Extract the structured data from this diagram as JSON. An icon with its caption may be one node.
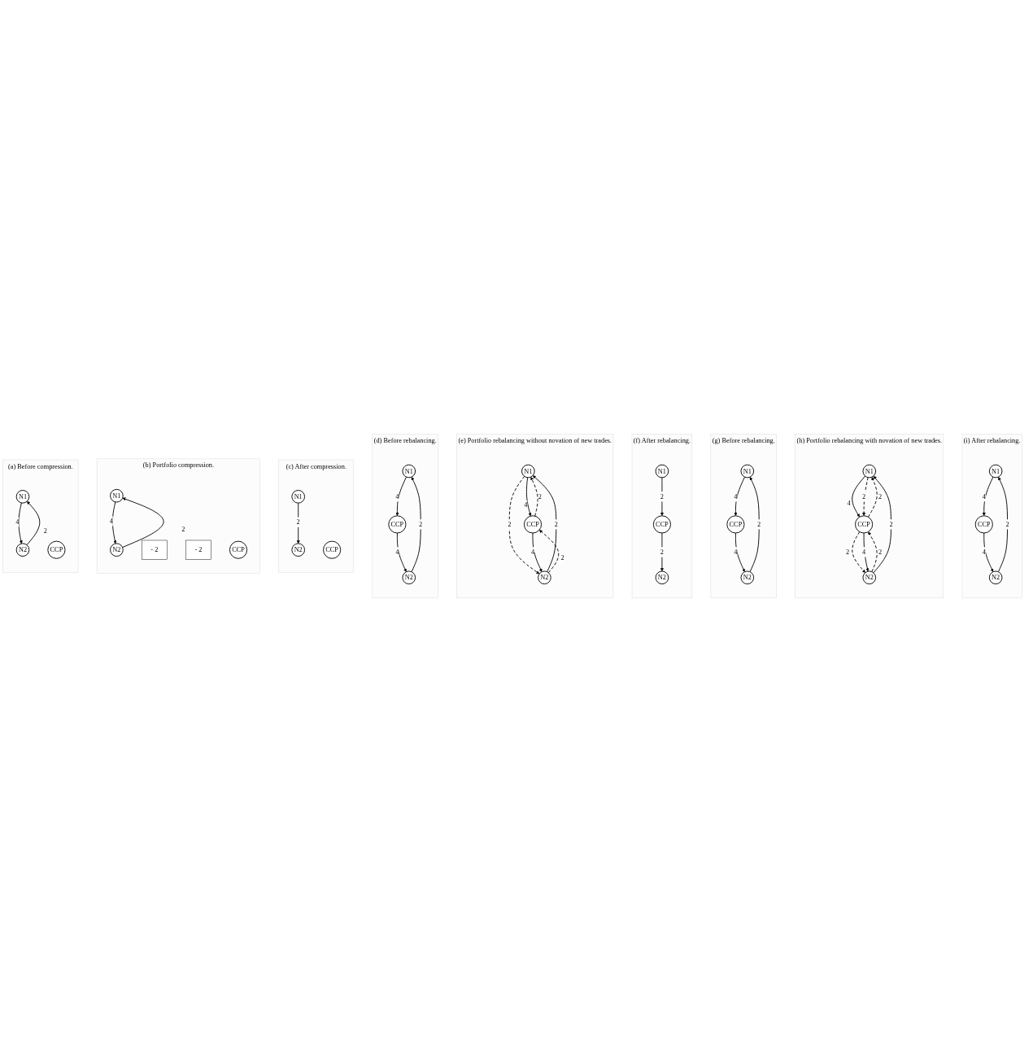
{
  "diagram": {
    "nodes": [
      {
        "text": [
          "(a) Before compression."
        ]
      },
      {
        "text": [
          "N1"
        ],
        "in": 0
      },
      {
        "text": [
          "N2"
        ],
        "in": 0
      },
      {
        "text": [
          "CCP"
        ],
        "in": 0
      },
      {
        "text": [
          "(b) Portfolio compression."
        ]
      },
      {
        "text": [
          "N1"
        ],
        "in": 4
      },
      {
        "text": [
          "N2"
        ],
        "in": 4
      },
      {
        "text": [
          "- 2"
        ],
        "in": 4
      },
      {
        "text": [
          "- 2"
        ],
        "in": 4
      },
      {
        "text": [
          "CCP"
        ],
        "in": 4
      },
      {
        "text": [
          "(c) After compression."
        ]
      },
      {
        "text": [
          "N1"
        ],
        "in": 10
      },
      {
        "text": [
          "N2"
        ],
        "in": 10
      },
      {
        "text": [
          "CCP"
        ],
        "in": 10
      },
      {
        "text": [
          "(d) Before rebalancing."
        ]
      },
      {
        "text": [
          "N1"
        ],
        "in": 14
      },
      {
        "text": [
          "N2"
        ],
        "in": 14
      },
      {
        "text": [
          "CCP"
        ],
        "in": 14
      },
      {
        "text": [
          "(e) Portfolio rebalancing without novation of new trades."
        ]
      },
      {
        "text": [
          "N1"
        ],
        "in": 18
      },
      {
        "text": [
          "N2"
        ],
        "in": 18
      },
      {
        "text": [
          "CCP"
        ],
        "in": 18
      },
      {
        "text": [
          "(f) After rebalancing."
        ]
      },
      {
        "text": [
          "N1"
        ],
        "in": 22
      },
      {
        "text": [
          "N2"
        ],
        "in": 22
      },
      {
        "text": [
          "CCP"
        ],
        "in": 22
      },
      {
        "text": [
          "(g) Before rebalancing."
        ]
      },
      {
        "text": [
          "N1"
        ],
        "in": 26
      },
      {
        "text": [
          "N2"
        ],
        "in": 26
      },
      {
        "text": [
          "CCP"
        ],
        "in": 26
      },
      {
        "text": [
          "(h) Portfolio rebalancing with novation of new trades."
        ]
      },
      {
        "text": [
          "N1"
        ],
        "in": 30
      },
      {
        "text": [
          "N2"
        ],
        "in": 30
      },
      {
        "text": [
          "CCP"
        ],
        "in": 30
      },
      {
        "text": [
          "(i) After rebalancing."
        ]
      },
      {
        "text": [
          "N1"
        ],
        "in": 34
      },
      {
        "text": [
          "N2"
        ],
        "in": 34
      },
      {
        "text": [
          "CCP"
        ],
        "in": 34
      }
    ],
    "edges": [
      {
        "from": 2,
        "to": 1,
        "arrow": "to",
        "label": "2"
      },
      {
        "from": 1,
        "to": 2,
        "arrow": "to",
        "label": "4"
      },
      {
        "from": 6,
        "to": 5,
        "arrow": "to",
        "label": "2"
      },
      {
        "from": 5,
        "to": 6,
        "arrow": "to",
        "label": "4"
      },
      {
        "from": 11,
        "to": 12,
        "arrow": "to",
        "label": "2"
      },
      {
        "from": 16,
        "to": 15,
        "arrow": "to",
        "label": "2"
      },
      {
        "from": 15,
        "to": 17,
        "arrow": "to",
        "label": "4"
      },
      {
        "from": 17,
        "to": 16,
        "arrow": "to",
        "label": "4"
      },
      {
        "from": 19,
        "to": 21,
        "arrow": "to",
        "label": "4"
      },
      {
        "from": 21,
        "to": 19,
        "arrow": "to",
        "label": "2",
        "style": "dashed"
      },
      {
        "from": 20,
        "to": 19,
        "arrow": "to",
        "label": "2"
      },
      {
        "from": 19,
        "to": 20,
        "arrow": "to",
        "label": "2",
        "style": "dashed"
      },
      {
        "from": 20,
        "to": 21,
        "arrow": "to",
        "label": "2",
        "style": "dashed"
      },
      {
        "from": 21,
        "to": 20,
        "arrow": "to",
        "label": "4"
      },
      {
        "from": 23,
        "to": 25,
        "arrow": "to",
        "label": "2"
      },
      {
        "from": 25,
        "to": 24,
        "arrow": "to",
        "label": "2"
      },
      {
        "from": 28,
        "to": 27,
        "arrow": "to",
        "label": "2"
      },
      {
        "from": 27,
        "to": 29,
        "arrow": "to",
        "label": "4"
      },
      {
        "from": 29,
        "to": 28,
        "arrow": "to",
        "label": "4"
      },
      {
        "from": 31,
        "to": 33,
        "arrow": "to",
        "label": "4"
      },
      {
        "from": 33,
        "to": 31,
        "arrow": "to",
        "label": "2",
        "style": "dashed"
      },
      {
        "from": 31,
        "to": 33,
        "arrow": "to",
        "label": "2",
        "style": "dashed"
      },
      {
        "from": 33,
        "to": 32,
        "arrow": "to",
        "label": "2",
        "style": "dashed"
      },
      {
        "from": 32,
        "to": 33,
        "arrow": "to",
        "label": "2",
        "style": "dashed"
      },
      {
        "from": 32,
        "to": 31,
        "arrow": "to",
        "label": "2"
      },
      {
        "from": 33,
        "to": 32,
        "arrow": "to",
        "label": "4"
      },
      {
        "from": 36,
        "to": 35,
        "arrow": "to",
        "label": "2"
      },
      {
        "from": 35,
        "to": 37,
        "arrow": "to",
        "label": "4"
      },
      {
        "from": 37,
        "to": 36,
        "arrow": "to",
        "label": "4"
      }
    ]
  }
}
